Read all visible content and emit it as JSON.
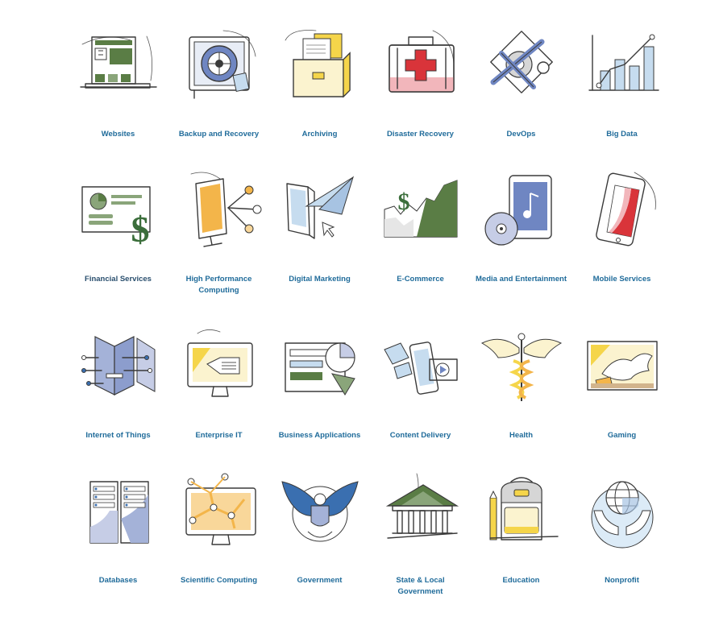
{
  "colors": {
    "label": "#1f6b9a",
    "green": "#5a7d45",
    "blue": "#6f86c2",
    "lightblue": "#c6dcef",
    "yellow": "#f5d54a",
    "cream": "#fbf3cf",
    "orange": "#f3b54a",
    "red": "#d9343a",
    "pink": "#f2b6bb"
  },
  "tiles": [
    {
      "label": "Websites",
      "icon": "website-monitor-icon"
    },
    {
      "label": "Backup and Recovery",
      "icon": "vault-icon"
    },
    {
      "label": "Archiving",
      "icon": "file-drawer-icon"
    },
    {
      "label": "Disaster Recovery",
      "icon": "first-aid-kit-icon"
    },
    {
      "label": "DevOps",
      "icon": "wrench-gear-icon"
    },
    {
      "label": "Big Data",
      "icon": "bar-chart-icon"
    },
    {
      "label": "Financial Services",
      "icon": "dollar-report-icon"
    },
    {
      "label": "High Performance Computing",
      "icon": "monitor-network-icon"
    },
    {
      "label": "Digital Marketing",
      "icon": "paper-plane-icon"
    },
    {
      "label": "E-Commerce",
      "icon": "dollar-graph-icon"
    },
    {
      "label": "Media and Entertainment",
      "icon": "media-player-icon"
    },
    {
      "label": "Mobile Services",
      "icon": "smartphone-icon"
    },
    {
      "label": "Internet of Things",
      "icon": "circuit-icon"
    },
    {
      "label": "Enterprise IT",
      "icon": "desktop-icon"
    },
    {
      "label": "Business Applications",
      "icon": "pie-chart-window-icon"
    },
    {
      "label": "Content Delivery",
      "icon": "content-devices-icon"
    },
    {
      "label": "Health",
      "icon": "caduceus-icon"
    },
    {
      "label": "Gaming",
      "icon": "dragon-screen-icon"
    },
    {
      "label": "Databases",
      "icon": "server-rack-icon"
    },
    {
      "label": "Scientific Computing",
      "icon": "molecule-monitor-icon"
    },
    {
      "label": "Government",
      "icon": "eagle-seal-icon"
    },
    {
      "label": "State & Local Government",
      "icon": "capitol-building-icon"
    },
    {
      "label": "Education",
      "icon": "backpack-icon"
    },
    {
      "label": "Nonprofit",
      "icon": "globe-hands-icon"
    }
  ]
}
